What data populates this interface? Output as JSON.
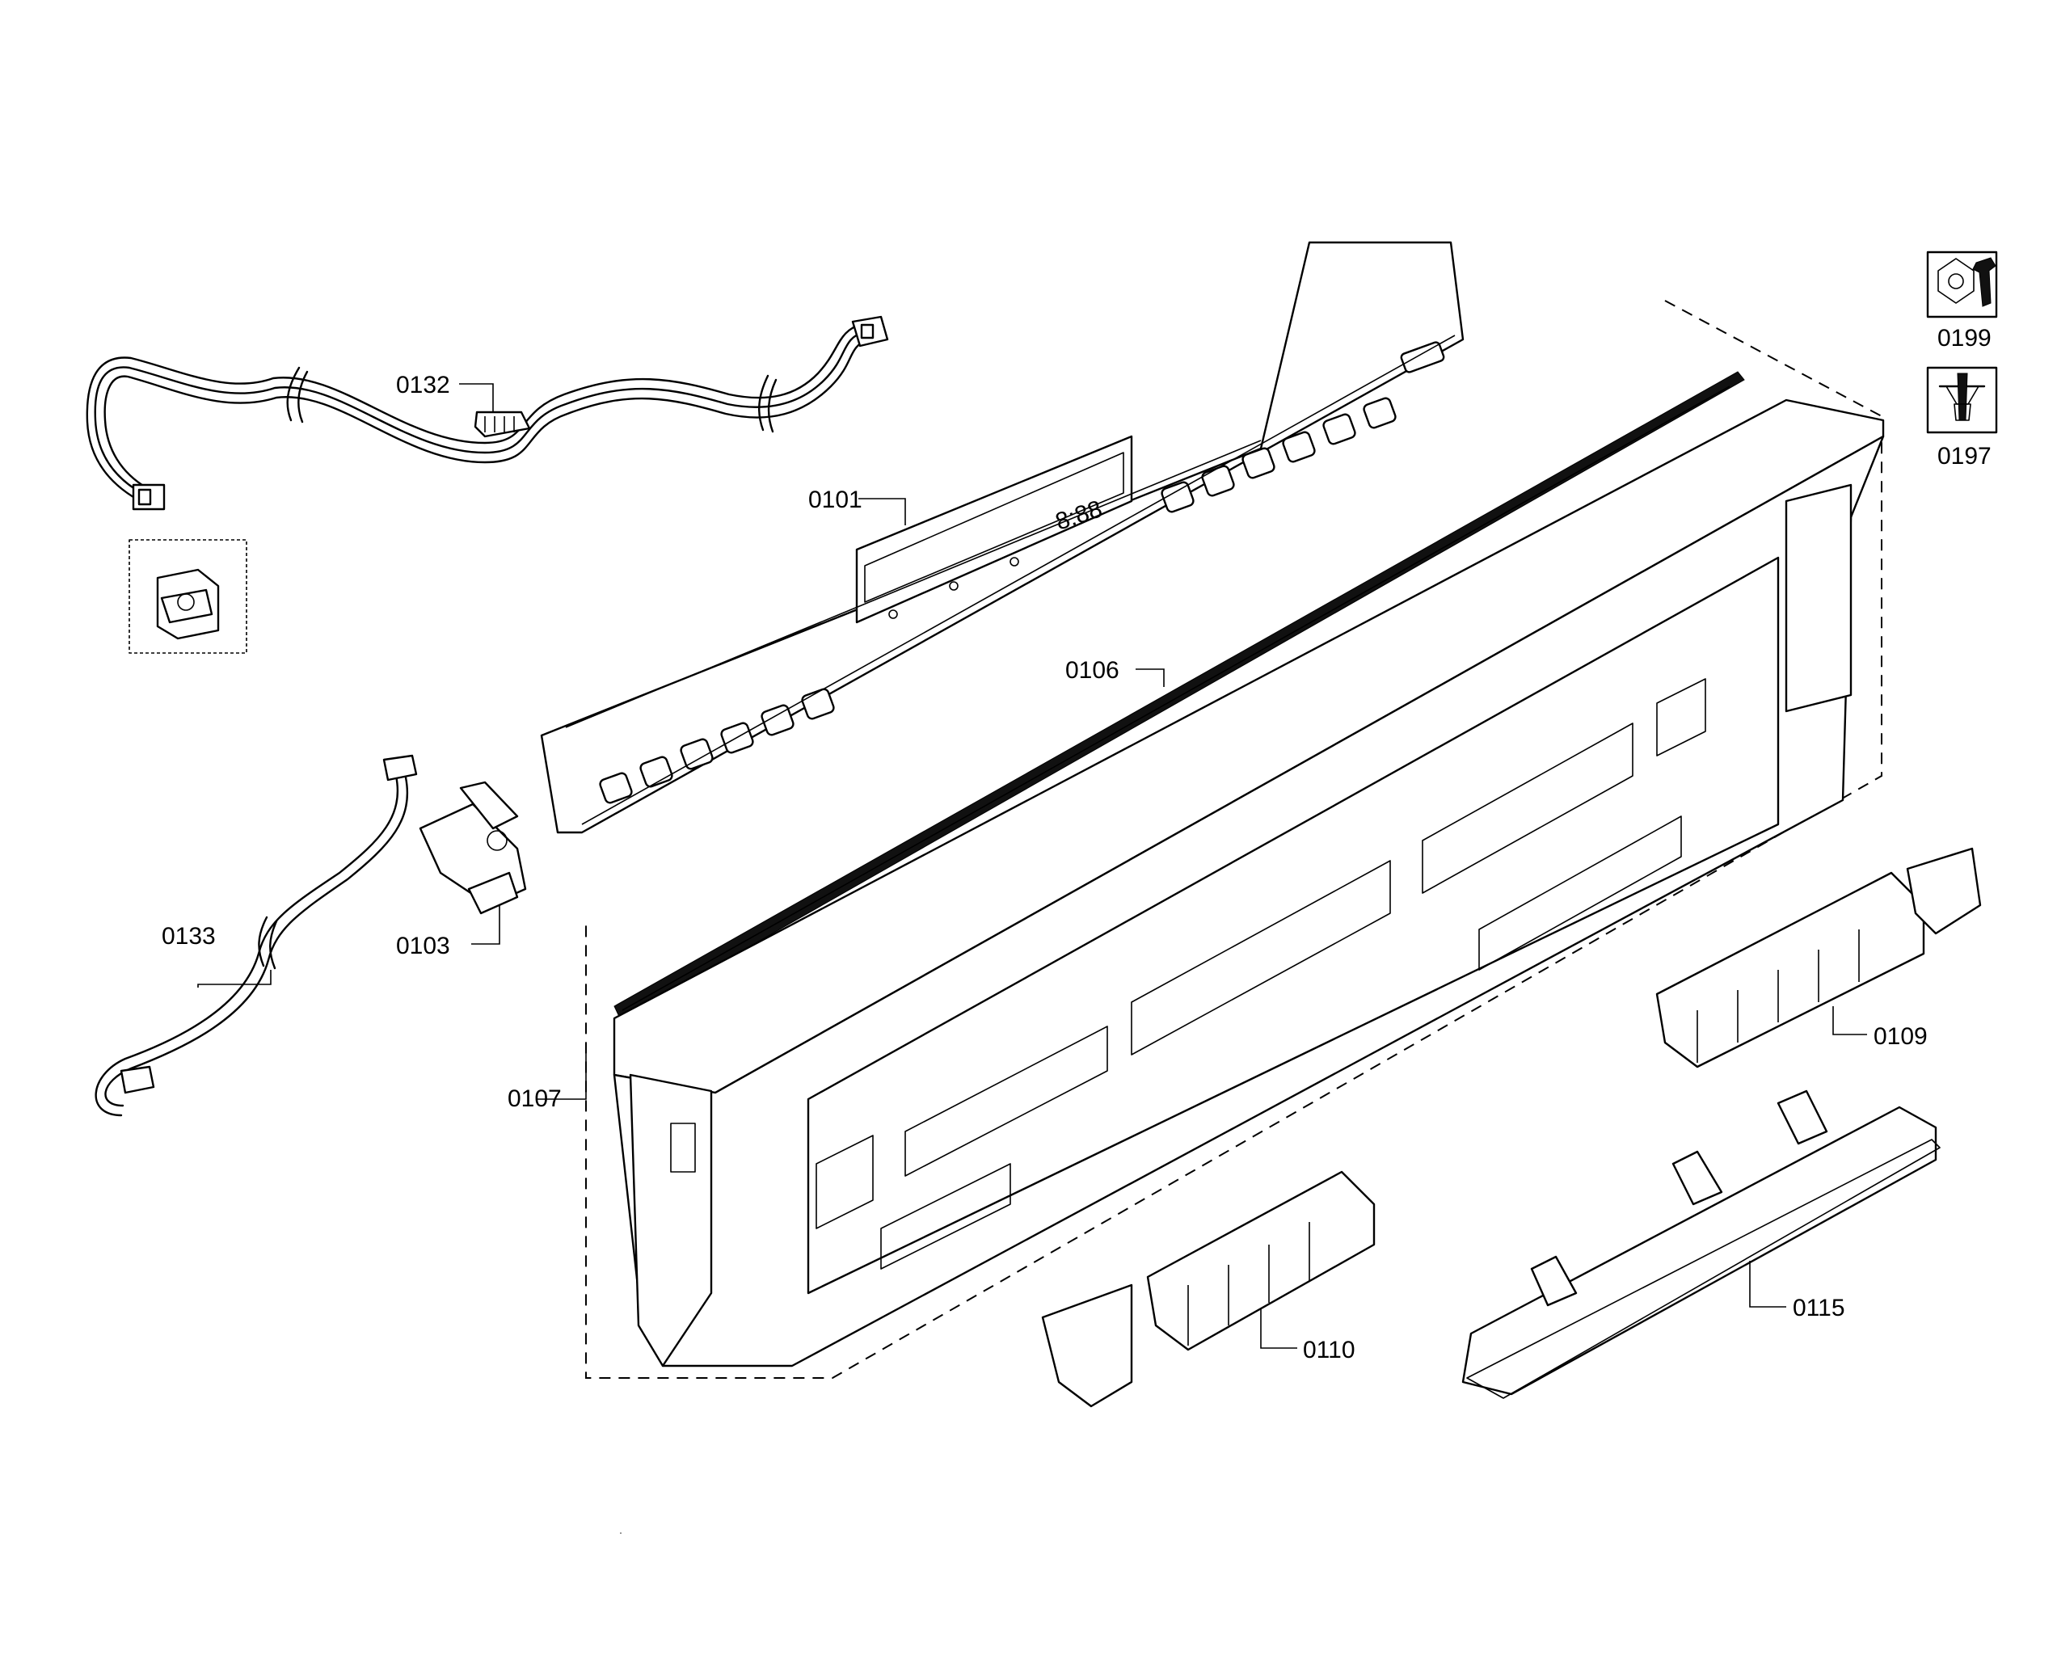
{
  "title": "",
  "callouts": {
    "p0101": "0101",
    "p0103": "0103",
    "p0106": "0106",
    "p0107": "0107",
    "p0109": "0109",
    "p0110": "0110",
    "p0115": "0115",
    "p0132": "0132",
    "p0133": "0133",
    "p0197": "0197",
    "p0199": "0199"
  },
  "display_readout": "8:88",
  "icons": {
    "tool_nut_wrench": "nut-and-wrench-icon",
    "tool_screwdriver": "screw-and-screwdriver-icon"
  },
  "colors": {
    "line": "#000000",
    "background": "#ffffff"
  }
}
